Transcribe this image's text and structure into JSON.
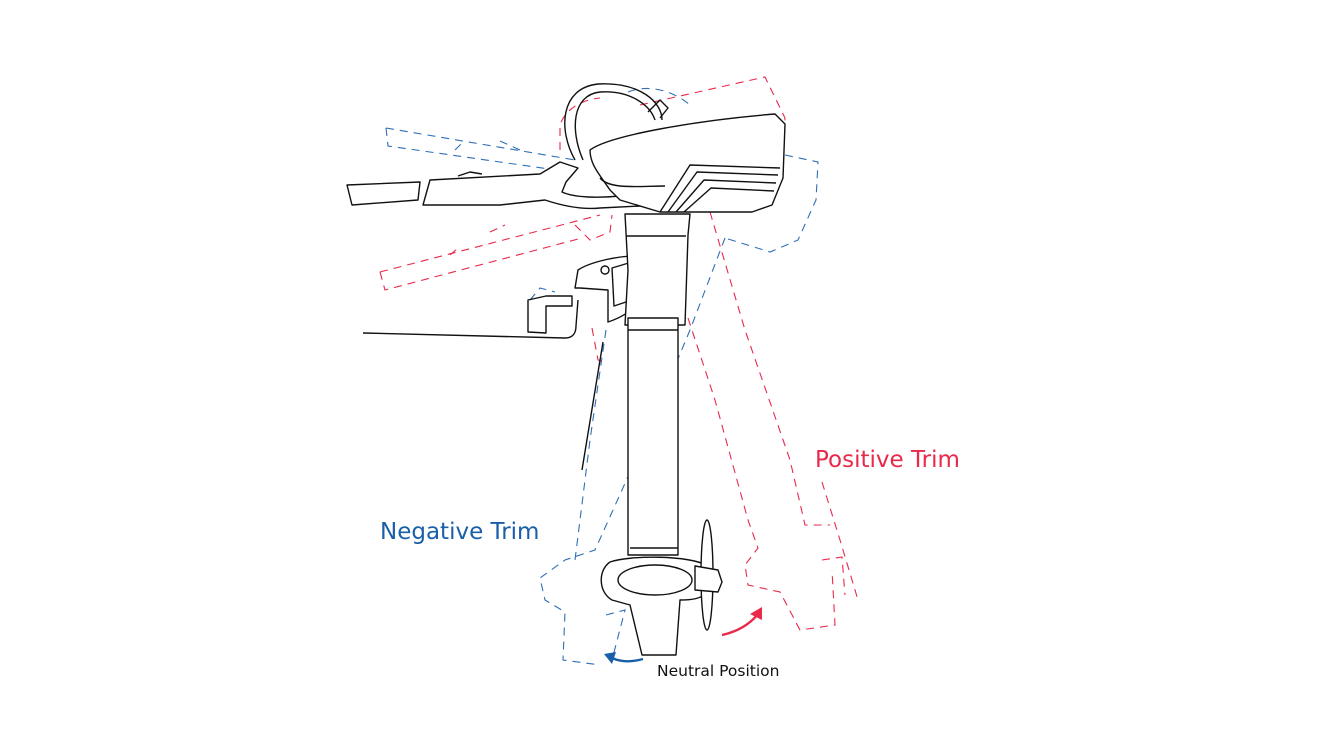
{
  "labels": {
    "negative_trim": "Negative Trim",
    "positive_trim": "Positive Trim",
    "neutral_position": "Neutral Position"
  },
  "colors": {
    "negative": "#1a5fa8",
    "positive": "#e8294a",
    "neutral": "#111111"
  }
}
